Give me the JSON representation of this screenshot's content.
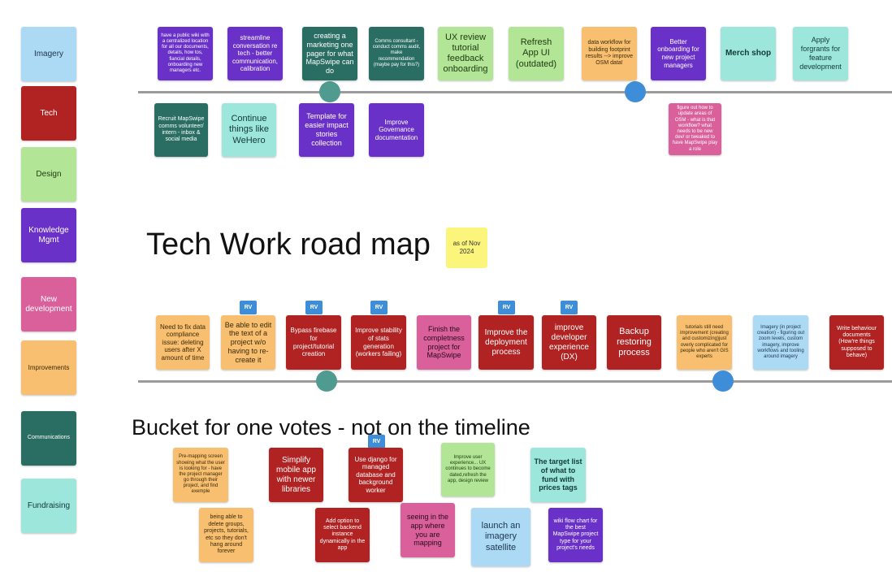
{
  "legend": [
    "Imagery",
    "Tech",
    "Design",
    "Knowledge Mgmt",
    "New development",
    "Improvements",
    "Communications",
    "Fundraising"
  ],
  "top_above": [
    "have a public wiki with a centralized location for all our documents, details, how tos, fiancial details, onboarding new managers etc.",
    "streamline conversation re tech - better communication, calibration",
    "creating a marketing one pager for what MapSwipe can do",
    "Comms consultant - conduct comms audit, make recommendation (maybe pay for this?)",
    "UX review tutorial feedback onboarding",
    "Refresh App UI (outdated)",
    "data workflow for building footprint results --> improve OSM data!",
    "Better onboarding for new project managers",
    "Merch shop",
    "Apply forgrants for feature development"
  ],
  "top_below": [
    "Recruit MapSwipe comms volunteer/ intern - inbox & social media",
    "Continue things like WeHero",
    "Template for easier impact stories collection",
    "Improve Governance documentation",
    "figure out how to update areas of OSM - what is that workflow? what needs to be new dev/ or tweaked to have MapSwipe play a role"
  ],
  "title": "Tech Work road map",
  "date_note": "as of Nov 2024",
  "rv_label": "RV",
  "roadmap": [
    "Need to fix data compliance issue: deleting users after X amount of time",
    "Be able to edit the text of a project w/o having to re-create it",
    "Bypass firebase for project/tutorial creation",
    "Improve stability of stats generation (workers failing)",
    "Finish the completness project for MapSwipe",
    "Improve the deployment process",
    "improve developer experience (DX)",
    "Backup restoring process",
    "tutorials still need improvement (creating and customizing)just overly complicated for people who aren't GIS experts",
    "Imagery (in project creation) - figuring out zoom levels, custom imagery, improve workflows and tooling around imagery",
    "Write behaviour documents (How're things supposed to behave)"
  ],
  "bucket_title": "Bucket for one votes - not on the timeline",
  "bucket": [
    "Pre-mapping screen showing what the user is looking for - have the project manager go through their project, and find exemple",
    "Simplify mobile app with newer libraries",
    "Use django for managed database and background worker",
    "Improve user experience... UX continues to become dated,refresh the app, design review",
    "The target list of what to fund with prices tags",
    "being able to delete groups, projects, tutorials, etc so they don't hang around forever",
    "Add option to select  backend instance dynamically in the app",
    "seeing in the app where you are mapping",
    "launch an imagery satellite",
    "wiki flow chart for the best MapSwipe project type for your project's needs"
  ]
}
